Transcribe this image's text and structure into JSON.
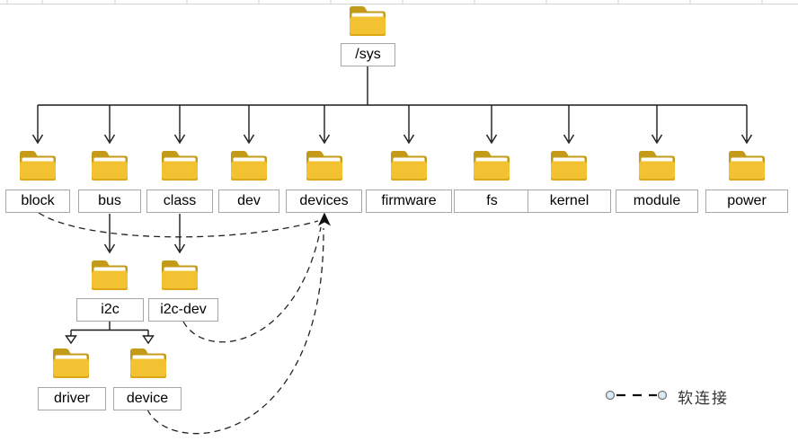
{
  "root": {
    "label": "/sys"
  },
  "level1": [
    {
      "label": "block"
    },
    {
      "label": "bus"
    },
    {
      "label": "class"
    },
    {
      "label": "dev"
    },
    {
      "label": "devices"
    },
    {
      "label": "firmware"
    },
    {
      "label": "fs"
    },
    {
      "label": "kernel"
    },
    {
      "label": "module"
    },
    {
      "label": "power"
    }
  ],
  "level2": [
    {
      "label": "i2c"
    },
    {
      "label": "i2c-dev"
    }
  ],
  "level3": [
    {
      "label": "driver"
    },
    {
      "label": "device"
    }
  ],
  "legend": {
    "label": "软连接"
  },
  "icons": {
    "folder-icon": "📁 golden folder glyph",
    "soft-link-icon": "dashed line with circle endpoints"
  },
  "colors": {
    "folder_body": "#F2C233",
    "folder_tab": "#C49B18",
    "folder_lip": "#DDA715",
    "line": "#1b1b1b",
    "box_border": "#a6a6a6",
    "legend_circle_fill": "#D8ECF8"
  }
}
